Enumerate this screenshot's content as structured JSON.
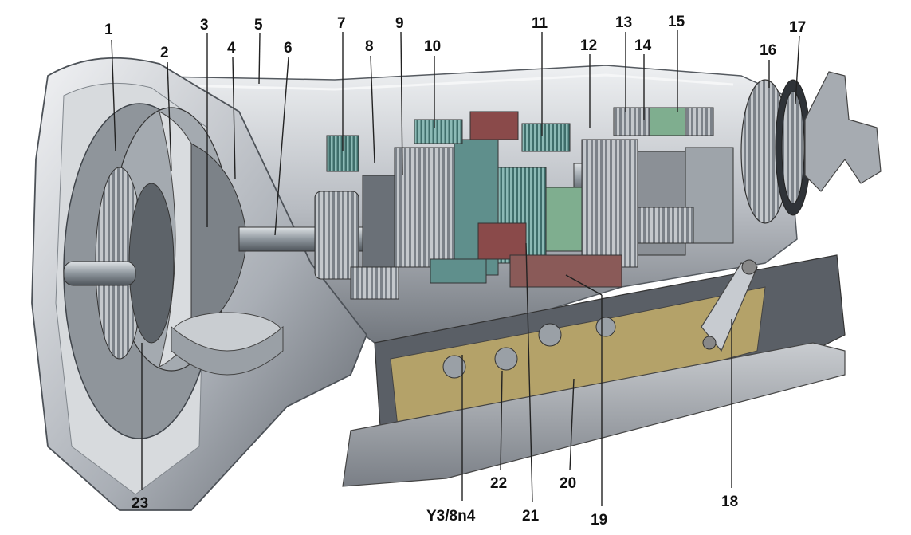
{
  "figure": {
    "subject": "automatic transmission cutaway illustration",
    "colors": {
      "background": "#ffffff",
      "housing": "#b8bcc2",
      "housing_dark": "#6e737a",
      "housing_light": "#e4e6e9",
      "gear_teal": "#5f8f8c",
      "gear_red": "#8a4a4a",
      "gear_green": "#7fae8f",
      "label": "#111111"
    }
  },
  "callouts": [
    {
      "id": "1",
      "text": "1"
    },
    {
      "id": "2",
      "text": "2"
    },
    {
      "id": "3",
      "text": "3"
    },
    {
      "id": "4",
      "text": "4"
    },
    {
      "id": "5",
      "text": "5"
    },
    {
      "id": "6",
      "text": "6"
    },
    {
      "id": "7",
      "text": "7"
    },
    {
      "id": "8",
      "text": "8"
    },
    {
      "id": "9",
      "text": "9"
    },
    {
      "id": "10",
      "text": "10"
    },
    {
      "id": "11",
      "text": "11"
    },
    {
      "id": "12",
      "text": "12"
    },
    {
      "id": "13",
      "text": "13"
    },
    {
      "id": "14",
      "text": "14"
    },
    {
      "id": "15",
      "text": "15"
    },
    {
      "id": "16",
      "text": "16"
    },
    {
      "id": "17",
      "text": "17"
    },
    {
      "id": "18",
      "text": "18"
    },
    {
      "id": "19",
      "text": "19"
    },
    {
      "id": "20",
      "text": "20"
    },
    {
      "id": "21",
      "text": "21"
    },
    {
      "id": "22",
      "text": "22"
    },
    {
      "id": "23",
      "text": "23"
    },
    {
      "id": "y3",
      "text": "Y3/8n4"
    }
  ]
}
